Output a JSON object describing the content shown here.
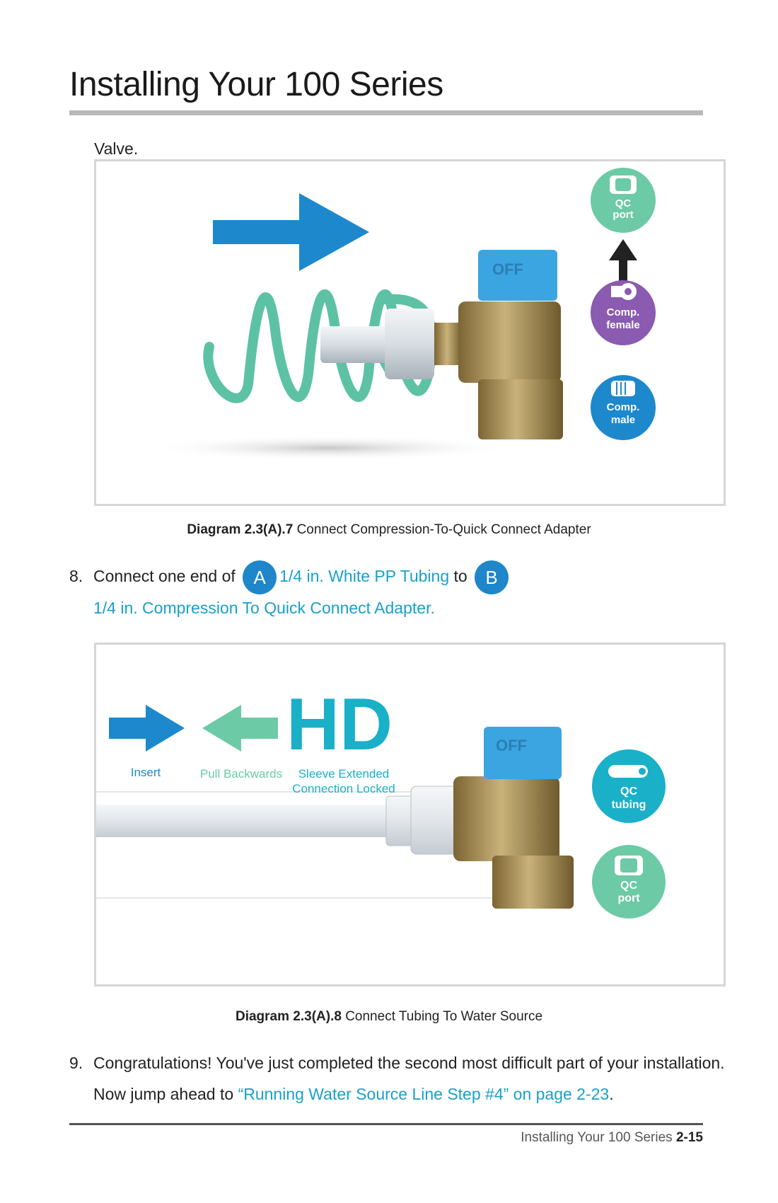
{
  "page": {
    "title": "Installing Your 100 Series",
    "continued_text": "Valve."
  },
  "figure1": {
    "badges": {
      "qc_port": [
        "QC",
        "port"
      ],
      "comp_female": [
        "Comp.",
        "female"
      ],
      "comp_male": [
        "Comp.",
        "male"
      ]
    },
    "caption_prefix": "Diagram 2.3(A).7",
    "caption_text": "Connect Compression-To-Quick Connect Adapter",
    "valve_label": "OFF"
  },
  "step8": {
    "number": "8.",
    "text_before": "Connect one end of",
    "bubble_a": "A",
    "part_a": "1/4 in. White PP Tubing",
    "text_mid": "to",
    "bubble_b": "B",
    "part_b": "1/4 in. Compression To Quick Connect Adapter."
  },
  "figure2": {
    "hd_text": "HD",
    "insert_label": "Insert",
    "pull_label": "Pull Backwards",
    "sleeve_label_1": "Sleeve Extended",
    "sleeve_label_2": "Connection Locked",
    "badges": {
      "qc_tubing": [
        "QC",
        "tubing"
      ],
      "qc_port": [
        "QC",
        "port"
      ]
    },
    "valve_label": "OFF",
    "caption_prefix": "Diagram 2.3(A).8",
    "caption_text": "Connect Tubing To Water Source"
  },
  "step9": {
    "number": "9.",
    "line1": "Congratulations! You've just completed the second most difficult part of your installation.",
    "line2_before": "Now jump ahead to",
    "link": "“Running Water Source Line Step #4” on page 2-23",
    "line2_after": "."
  },
  "footer": {
    "text": "Installing Your 100 Series",
    "page_number": "2-15"
  },
  "colors": {
    "arrow_blue": "#1e88cc",
    "tubing_green": "#5cc2a3",
    "badge_green": "#6ccaa6",
    "badge_purple": "#8a5bb0",
    "badge_blue": "#1e88cc",
    "badge_teal": "#1ab0c8",
    "brass": "#b59a5c",
    "valve_handle": "#3aa5e0"
  }
}
